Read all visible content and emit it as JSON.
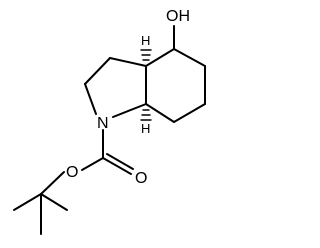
{
  "molecule": {
    "atoms": {
      "oh": "OH",
      "n": "N",
      "o_ester": "O",
      "o_carbonyl": "O",
      "h_top": "H",
      "h_bottom": "H"
    }
  }
}
